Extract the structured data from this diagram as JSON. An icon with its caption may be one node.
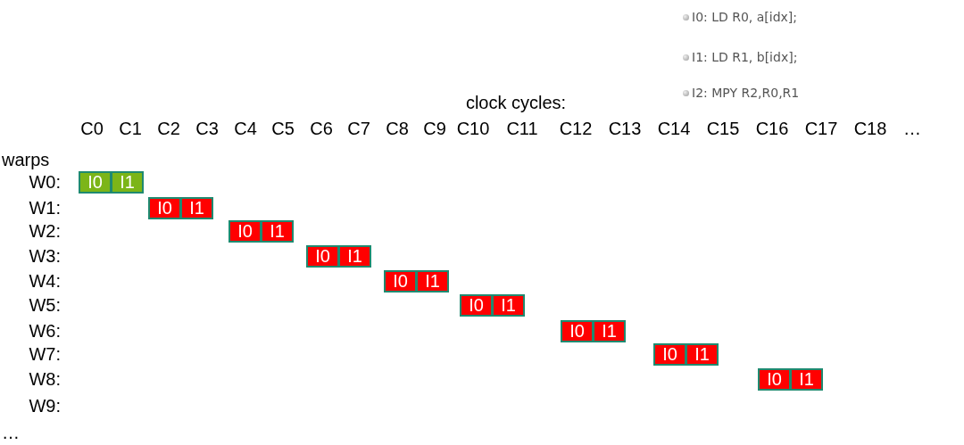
{
  "diagram": {
    "nodes": [
      {
        "text": [
          "I0"
        ]
      },
      {
        "text": [
          "I1"
        ]
      },
      {
        "text": [
          "I0"
        ]
      },
      {
        "text": [
          "I1"
        ]
      },
      {
        "text": [
          "I0"
        ]
      },
      {
        "text": [
          "I1"
        ]
      },
      {
        "text": [
          "I0"
        ]
      },
      {
        "text": [
          "I1"
        ]
      },
      {
        "text": [
          "I0"
        ]
      },
      {
        "text": [
          "I1"
        ]
      },
      {
        "text": [
          "I0"
        ]
      },
      {
        "text": [
          "I1"
        ]
      },
      {
        "text": [
          "I0"
        ]
      },
      {
        "text": [
          "I1"
        ]
      },
      {
        "text": [
          "I0"
        ]
      },
      {
        "text": [
          "I1"
        ]
      },
      {
        "text": [
          "I0"
        ]
      },
      {
        "text": [
          "I1"
        ]
      }
    ],
    "labels": [
      "I0: LD R0, a[idx];",
      "I1: LD R1, b[idx];",
      "I2: MPY R2,R0,R1",
      "clock cycles:",
      "C0",
      "C1",
      "C2",
      "C3",
      "C4",
      "C5",
      "C6",
      "C7",
      "C8",
      "C9",
      "C10",
      "C11",
      "C12",
      "C13",
      "C14",
      "C15",
      "C16",
      "C17",
      "C18",
      "…",
      "warps",
      "W0:",
      "W1:",
      "W2:",
      "W3:",
      "W4:",
      "W5:",
      "W6:",
      "W7:",
      "W8:",
      "W9:",
      "…"
    ]
  }
}
